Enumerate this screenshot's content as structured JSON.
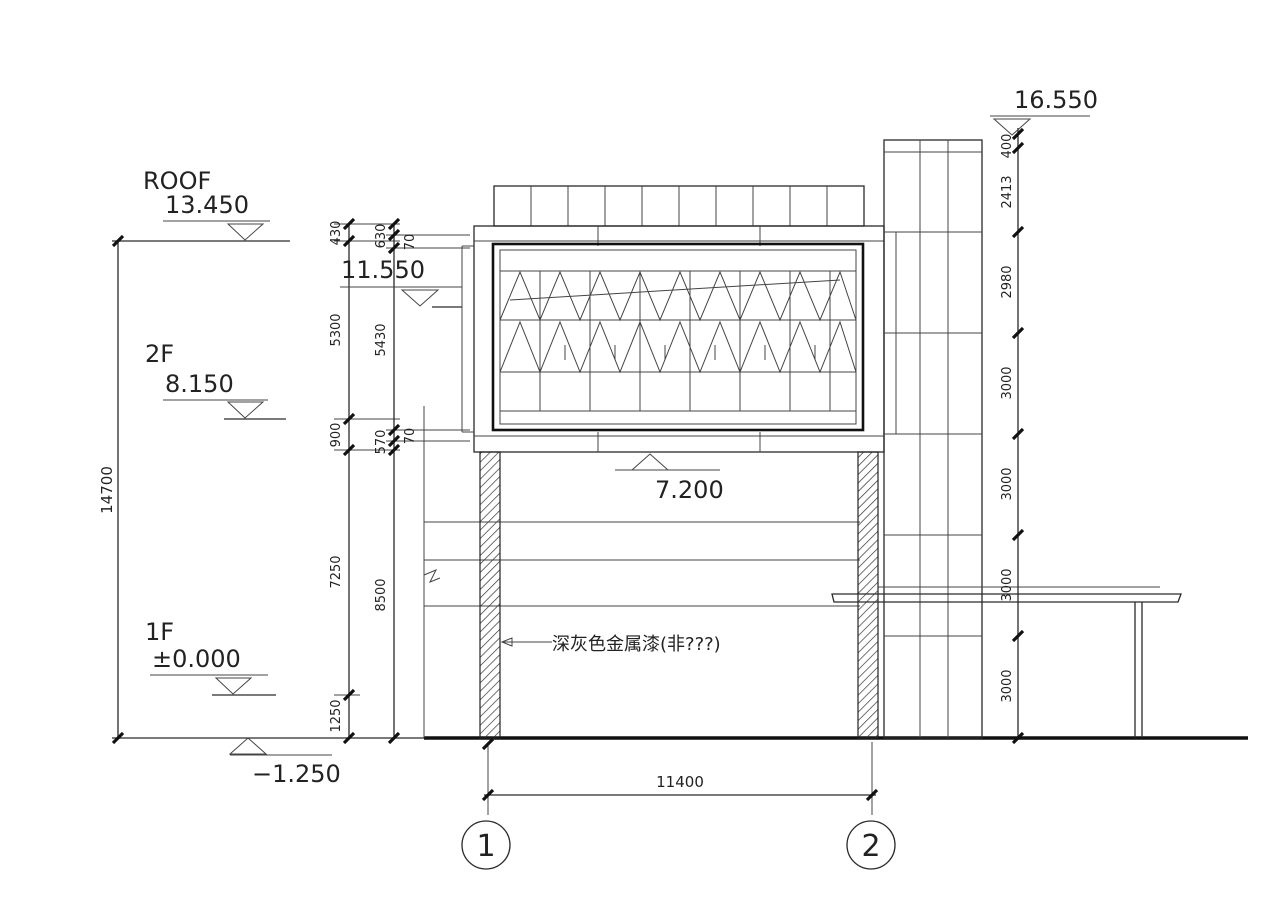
{
  "levels": {
    "roof_name": "ROOF",
    "roof_elev": "13.450",
    "l2_name": "2F",
    "l2_elev": "8.150",
    "l1_name": "1F",
    "l1_elev": "±0.000",
    "ground_elev": "−1.250",
    "box_top_elev": "11.550",
    "box_bottom_elev": "7.200",
    "tower_top_elev": "16.550"
  },
  "dims_total": {
    "overall": "14700"
  },
  "dims_left": [
    "430",
    "5300",
    "900",
    "7250",
    "1250"
  ],
  "dims_mid": [
    "630",
    "70",
    "5430",
    "570",
    "70",
    "8500"
  ],
  "dims_tower": [
    "400",
    "2413",
    "2980",
    "3000",
    "3000",
    "3000",
    "3000"
  ],
  "dims_span": "11400",
  "note": "深灰色金属漆(非???)",
  "grid_axes": [
    "1",
    "2"
  ]
}
